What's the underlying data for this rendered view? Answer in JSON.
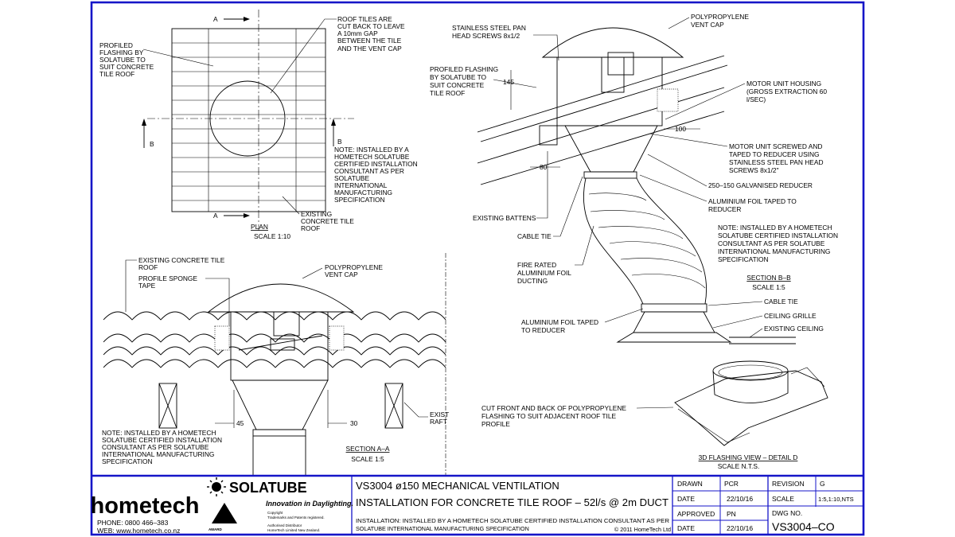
{
  "plan": {
    "title": "PLAN",
    "scale": "SCALE 1:10",
    "section_marker_a": "A",
    "section_marker_b": "B",
    "labels": {
      "profiled_flashing": [
        "PROFILED",
        "FLASHING BY",
        "SOLATUBE TO",
        "SUIT CONCRETE",
        "TILE ROOF"
      ],
      "roof_tiles": [
        "ROOF TILES ARE",
        "CUT BACK TO LEAVE",
        "A 10mm GAP",
        "BETWEEN THE TILE",
        "AND THE VENT CAP"
      ],
      "note": [
        "NOTE: INSTALLED BY A",
        "HOMETECH SOLATUBE",
        "CERTIFIED INSTALLATION",
        "CONSULTANT AS   PER",
        "SOLATUBE",
        "INTERNATIONAL",
        "MANUFACTURING",
        "SPECIFICATION"
      ],
      "existing_tile": [
        "EXISTING",
        "CONCRETE TILE",
        "ROOF"
      ]
    }
  },
  "section_aa": {
    "title": "SECTION A–A",
    "scale": "SCALE 1:5",
    "dim_left": "45",
    "dim_right": "30",
    "labels": {
      "existing_tile": [
        "EXISTING CONCRETE TILE",
        "ROOF"
      ],
      "sponge": [
        "PROFILE SPONGE",
        "TAPE"
      ],
      "vent_cap": [
        "POLYPROPYLENE",
        "VENT CAP"
      ],
      "rafter": [
        "EXIST",
        "RAFT"
      ],
      "note": [
        "NOTE: INSTALLED BY A HOMETECH",
        "SOLATUBE CERTIFIED INSTALLATION",
        "CONSULTANT AS   PER SOLATUBE",
        "INTERNATIONAL   MANUFACTURING",
        "SPECIFICATION"
      ]
    }
  },
  "section_bb": {
    "title": "SECTION B–B",
    "scale": "SCALE 1:5",
    "dim_145": "145",
    "dim_80": "80",
    "dim_100": "100",
    "labels": {
      "pan_screws": [
        "STAINLESS STEEL PAN",
        "HEAD SCREWS 8x1/2"
      ],
      "vent_cap": [
        "POLYPROPYLENE",
        "VENT CAP"
      ],
      "profiled_flashing": [
        "PROFILED FLASHING",
        "BY SOLATUBE TO",
        "SUIT CONCRETE",
        "TILE ROOF"
      ],
      "motor_housing": [
        "MOTOR UNIT HOUSING",
        "(GROSS EXTRACTION 60",
        "l/SEC)"
      ],
      "motor_screwed": [
        "MOTOR UNIT SCREWED AND",
        "TAPED TO REDUCER USING",
        "STAINLESS STEEL PAN HEAD",
        "SCREWS 8x1/2\""
      ],
      "reducer": [
        "250–150 GALVANISED REDUCER"
      ],
      "foil_top": [
        "ALUMINIUM FOIL TAPED TO",
        "REDUCER"
      ],
      "battens": [
        "EXISTING BATTENS"
      ],
      "cable_tie_top": [
        "CABLE TIE"
      ],
      "note": [
        "NOTE: INSTALLED BY A HOMETECH",
        "SOLATUBE CERTIFIED INSTALLATION",
        "CONSULTANT AS   PER SOLATUBE",
        "INTERNATIONAL   MANUFACTURING",
        "SPECIFICATION"
      ],
      "ducting": [
        "FIRE RATED",
        "ALUMINIUM FOIL",
        "DUCTING"
      ],
      "foil_bottom": [
        "ALUMINIUM FOIL TAPED",
        "TO REDUCER"
      ],
      "cable_tie_bottom": [
        "CABLE TIE"
      ],
      "grille": [
        "CEILING GRILLE"
      ],
      "ceiling": [
        "EXISTING CEILING"
      ]
    }
  },
  "detail_d": {
    "title": "3D FLASHING VIEW – DETAIL D",
    "scale": "SCALE N.T.S.",
    "label": [
      "CUT FRONT AND BACK OF POLYPROPYLENE",
      "FLASHING TO SUIT ADJACENT ROOF TILE",
      "PROFILE"
    ]
  },
  "title_block": {
    "hometech_logo": "hometech",
    "phone": "PHONE:  0800  466–383",
    "web": "WEB:  www.hometech.co.nz",
    "solatube_logo": "SOLATUBE",
    "solatube_tagline": "Innovation in Daylighting.",
    "copyright_small": [
      "Copyright",
      "Trademarks and Patents registered."
    ],
    "distributor_small": [
      "Authorised Distributor",
      "HomeTech Limited New Zealand."
    ],
    "award_small": "AWARD",
    "title_line1": "VS3004  ø150  MECHANICAL  VENTILATION",
    "title_line2": "INSTALLATION  FOR  CONCRETE  TILE  ROOF  –  52l/s  @  2m  DUCT",
    "note_line1": "INSTALLATION:  INSTALLED  BY  A  HOMETECH  SOLATUBE  CERTIFIED  INSTALLATION  CONSULTANT  AS  PER",
    "note_line2": "SOLATUBE  INTERNATIONAL  MANUFACTURING  SPECIFICATION",
    "copyright": "©  2011  HomeTech  Ltd",
    "drawn_label": "DRAWN",
    "drawn_value": "PCR",
    "date_label": "DATE",
    "date_value": "22/10/16",
    "approved_label": "APPROVED",
    "approved_value": "PN",
    "date2_label": "DATE",
    "date2_value": "22/10/16",
    "revision_label": "REVISION",
    "revision_value": "G",
    "scale_label": "SCALE",
    "scale_value": "1:5,1:10,NTS",
    "dwg_label": "DWG NO.",
    "dwg_value": "VS3004–CO"
  },
  "colors": {
    "border": "#1515c8",
    "ink": "#000000"
  }
}
